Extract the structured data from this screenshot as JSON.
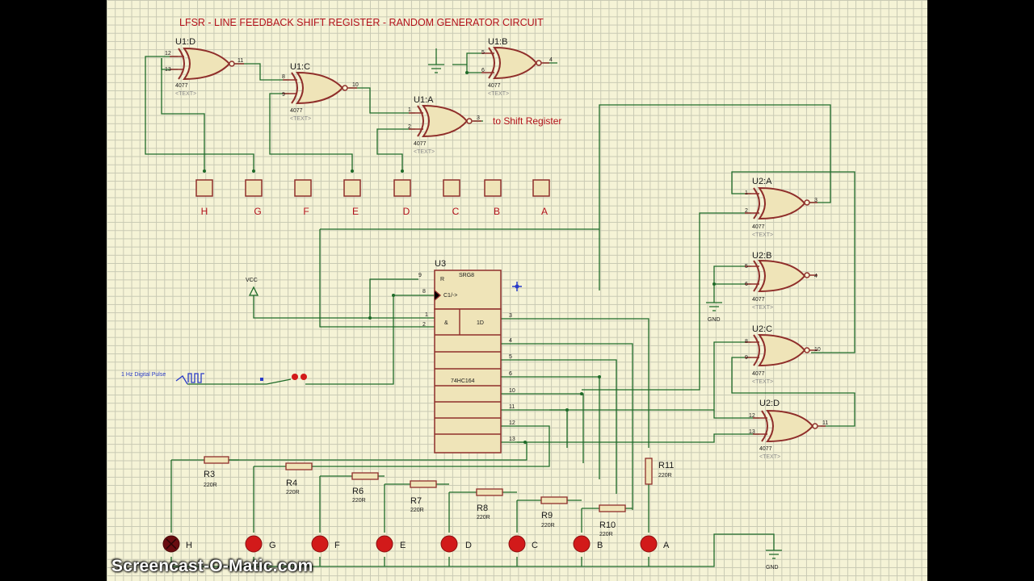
{
  "title": "LFSR - LINE FEEDBACK SHIFT REGISTER  -  RANDOM GENERATOR CIRCUIT",
  "note": "to Shift Register",
  "gate_part": "4077",
  "placeholder": "<TEXT>",
  "gates": [
    {
      "id": "U1:D",
      "in1": "12",
      "in2": "13",
      "out": "11"
    },
    {
      "id": "U1:C",
      "in1": "8",
      "in2": "9",
      "out": "10"
    },
    {
      "id": "U1:B",
      "in1": "5",
      "in2": "6",
      "out": "4"
    },
    {
      "id": "U1:A",
      "in1": "1",
      "in2": "2",
      "out": "3"
    },
    {
      "id": "U2:A",
      "in1": "1",
      "in2": "2",
      "out": "3"
    },
    {
      "id": "U2:B",
      "in1": "5",
      "in2": "6",
      "out": "4"
    },
    {
      "id": "U2:C",
      "in1": "8",
      "in2": "9",
      "out": "10"
    },
    {
      "id": "U2:D",
      "in1": "12",
      "in2": "13",
      "out": "11"
    }
  ],
  "pads": [
    "H",
    "G",
    "F",
    "E",
    "D",
    "C",
    "B",
    "A"
  ],
  "shift_register": {
    "ref": "U3",
    "part": "74HC164",
    "srg": "SRG8",
    "reset": "R",
    "clock": "C1/->",
    "and": "&",
    "data": "1D",
    "pins_left": [
      "9",
      "8",
      "1",
      "2"
    ],
    "pins_right": [
      "3",
      "4",
      "5",
      "6",
      "10",
      "11",
      "12",
      "13"
    ]
  },
  "vcc": "VCC",
  "gnd": "GND",
  "clock_source": "1 Hz Digital Pulse",
  "resistors": [
    {
      "ref": "R3",
      "value": "220R"
    },
    {
      "ref": "R4",
      "value": "220R"
    },
    {
      "ref": "R6",
      "value": "220R"
    },
    {
      "ref": "R7",
      "value": "220R"
    },
    {
      "ref": "R8",
      "value": "220R"
    },
    {
      "ref": "R9",
      "value": "220R"
    },
    {
      "ref": "R10",
      "value": "220R"
    },
    {
      "ref": "R11",
      "value": "220R"
    }
  ],
  "leds": [
    "H",
    "G",
    "F",
    "E",
    "D",
    "C",
    "B",
    "A"
  ],
  "watermark": "Screencast-O-Matic.com",
  "colors": {
    "wire": "#1e6b28",
    "component": "#8f2e2a",
    "title": "#b3111b",
    "led": "#d21a1a",
    "grid_bg": "#f5f3d6"
  }
}
